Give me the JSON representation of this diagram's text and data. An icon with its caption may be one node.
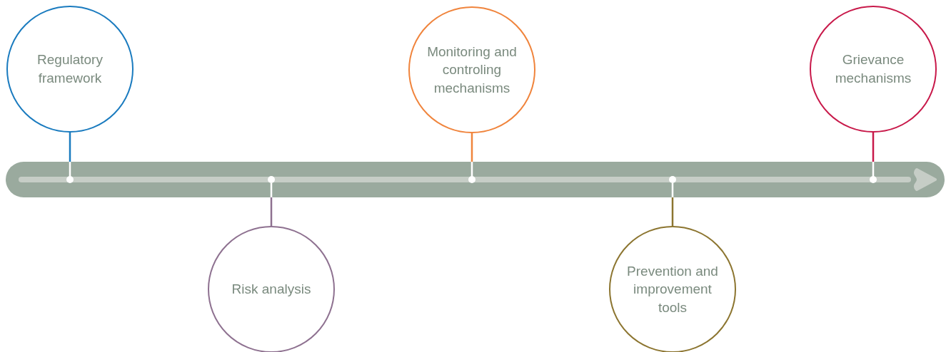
{
  "diagram": {
    "nodes": [
      {
        "text": [
          "Regulatory framework"
        ]
      },
      {
        "text": [
          "Risk analysis"
        ]
      },
      {
        "text": [
          "Monitoring and controling mechanisms"
        ]
      },
      {
        "text": [
          "Prevention and improvement tools"
        ]
      },
      {
        "text": [
          "Grievance mechanisms"
        ]
      },
      {
        "text": [],
        "shape": "circle"
      },
      {
        "text": [],
        "shape": "circle"
      },
      {
        "text": [],
        "shape": "circle"
      },
      {
        "text": [],
        "shape": "circle"
      },
      {
        "text": [],
        "shape": "circle"
      }
    ],
    "edges": [
      {
        "from": 0,
        "to": 5,
        "arrow": "none",
        "color": "#1a7bbf"
      },
      {
        "from": 1,
        "to": 6,
        "arrow": "none",
        "color": "#8e7190"
      },
      {
        "from": 2,
        "to": 7,
        "arrow": "none",
        "color": "#f0843c"
      },
      {
        "from": 3,
        "to": 8,
        "arrow": "none",
        "color": "#8c7530"
      },
      {
        "from": 4,
        "to": 9,
        "arrow": "none",
        "color": "#c8194a"
      }
    ]
  }
}
